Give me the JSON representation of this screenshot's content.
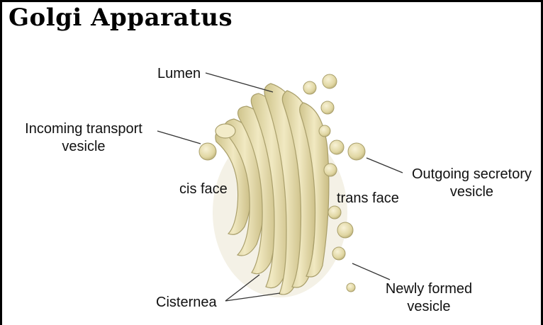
{
  "title": "Golgi Apparatus",
  "labels": {
    "lumen": "Lumen",
    "incoming_line1": "Incoming transport",
    "incoming_line2": "vesicle",
    "cis_face": "cis face",
    "trans_face": "trans face",
    "outgoing_line1": "Outgoing secretory",
    "outgoing_line2": "vesicle",
    "cisternea": "Cisternea",
    "newly_line1": "Newly formed",
    "newly_line2": "vesicle"
  },
  "colors": {
    "membrane": "#e2d9a8",
    "membrane_light": "#f3ecc9",
    "membrane_dark": "#b8ad78",
    "leader_line": "#333333"
  }
}
